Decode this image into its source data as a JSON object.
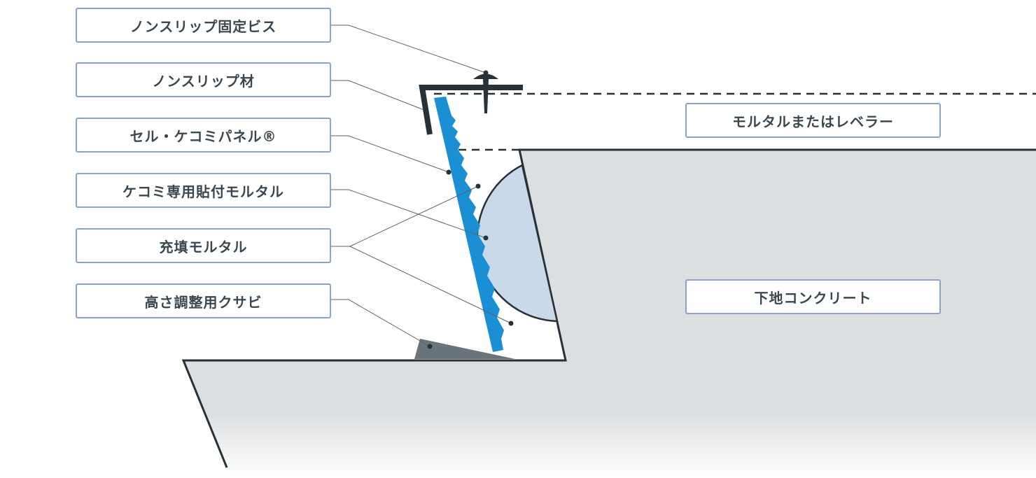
{
  "labels": {
    "non_slip_screw": "ノンスリップ固定ビス",
    "non_slip_material": "ノンスリップ材",
    "cell_kekomi_panel": "セル・ケコミパネル®",
    "kekomi_mortar": "ケコミ専用貼付モルタル",
    "filling_mortar": "充填モルタル",
    "height_wedge": "高さ調整用クサビ",
    "mortar_leveler": "モルタルまたはレベラー",
    "base_concrete": "下地コンクリート"
  },
  "colors": {
    "concrete": "#dcdfe1",
    "outline": "#263238",
    "panel": "#1a8fd4",
    "adhesive_mortar": "#cad9ea",
    "wedge": "#6a747b",
    "leader_line": "#5a6268",
    "label_border": "#8aa4c8",
    "label_text": "#3a4750"
  }
}
